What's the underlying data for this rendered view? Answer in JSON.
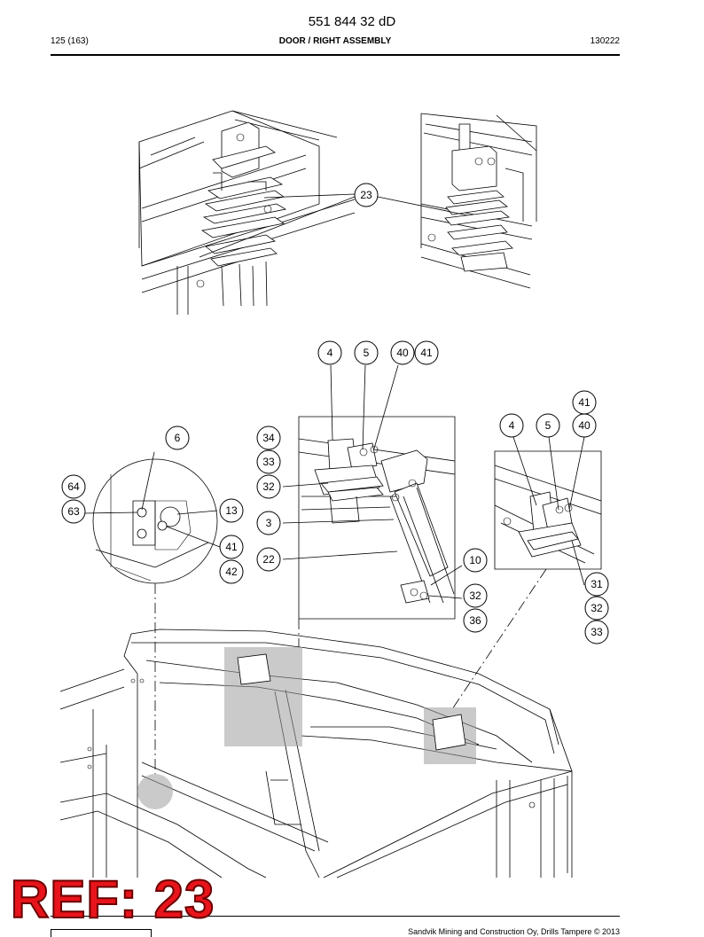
{
  "header": {
    "doc_number": "551 844 32 dD",
    "page": "125 (163)",
    "section_title": "DOOR / RIGHT ASSEMBLY",
    "date": "130222"
  },
  "callouts": {
    "top": [
      "23"
    ],
    "middle": [
      "4",
      "5",
      "40",
      "41"
    ],
    "detail_left": [
      "6",
      "64",
      "63",
      "13",
      "41",
      "42"
    ],
    "detail_center": [
      "34",
      "33",
      "32",
      "3",
      "22",
      "10",
      "32",
      "36"
    ],
    "detail_right": [
      "41",
      "4",
      "5",
      "40",
      "31",
      "32",
      "33"
    ]
  },
  "footer": {
    "copyright": "Sandvik Mining and Construction Oy, Drills Tampere © 2013",
    "stamp": "REF: 23"
  }
}
